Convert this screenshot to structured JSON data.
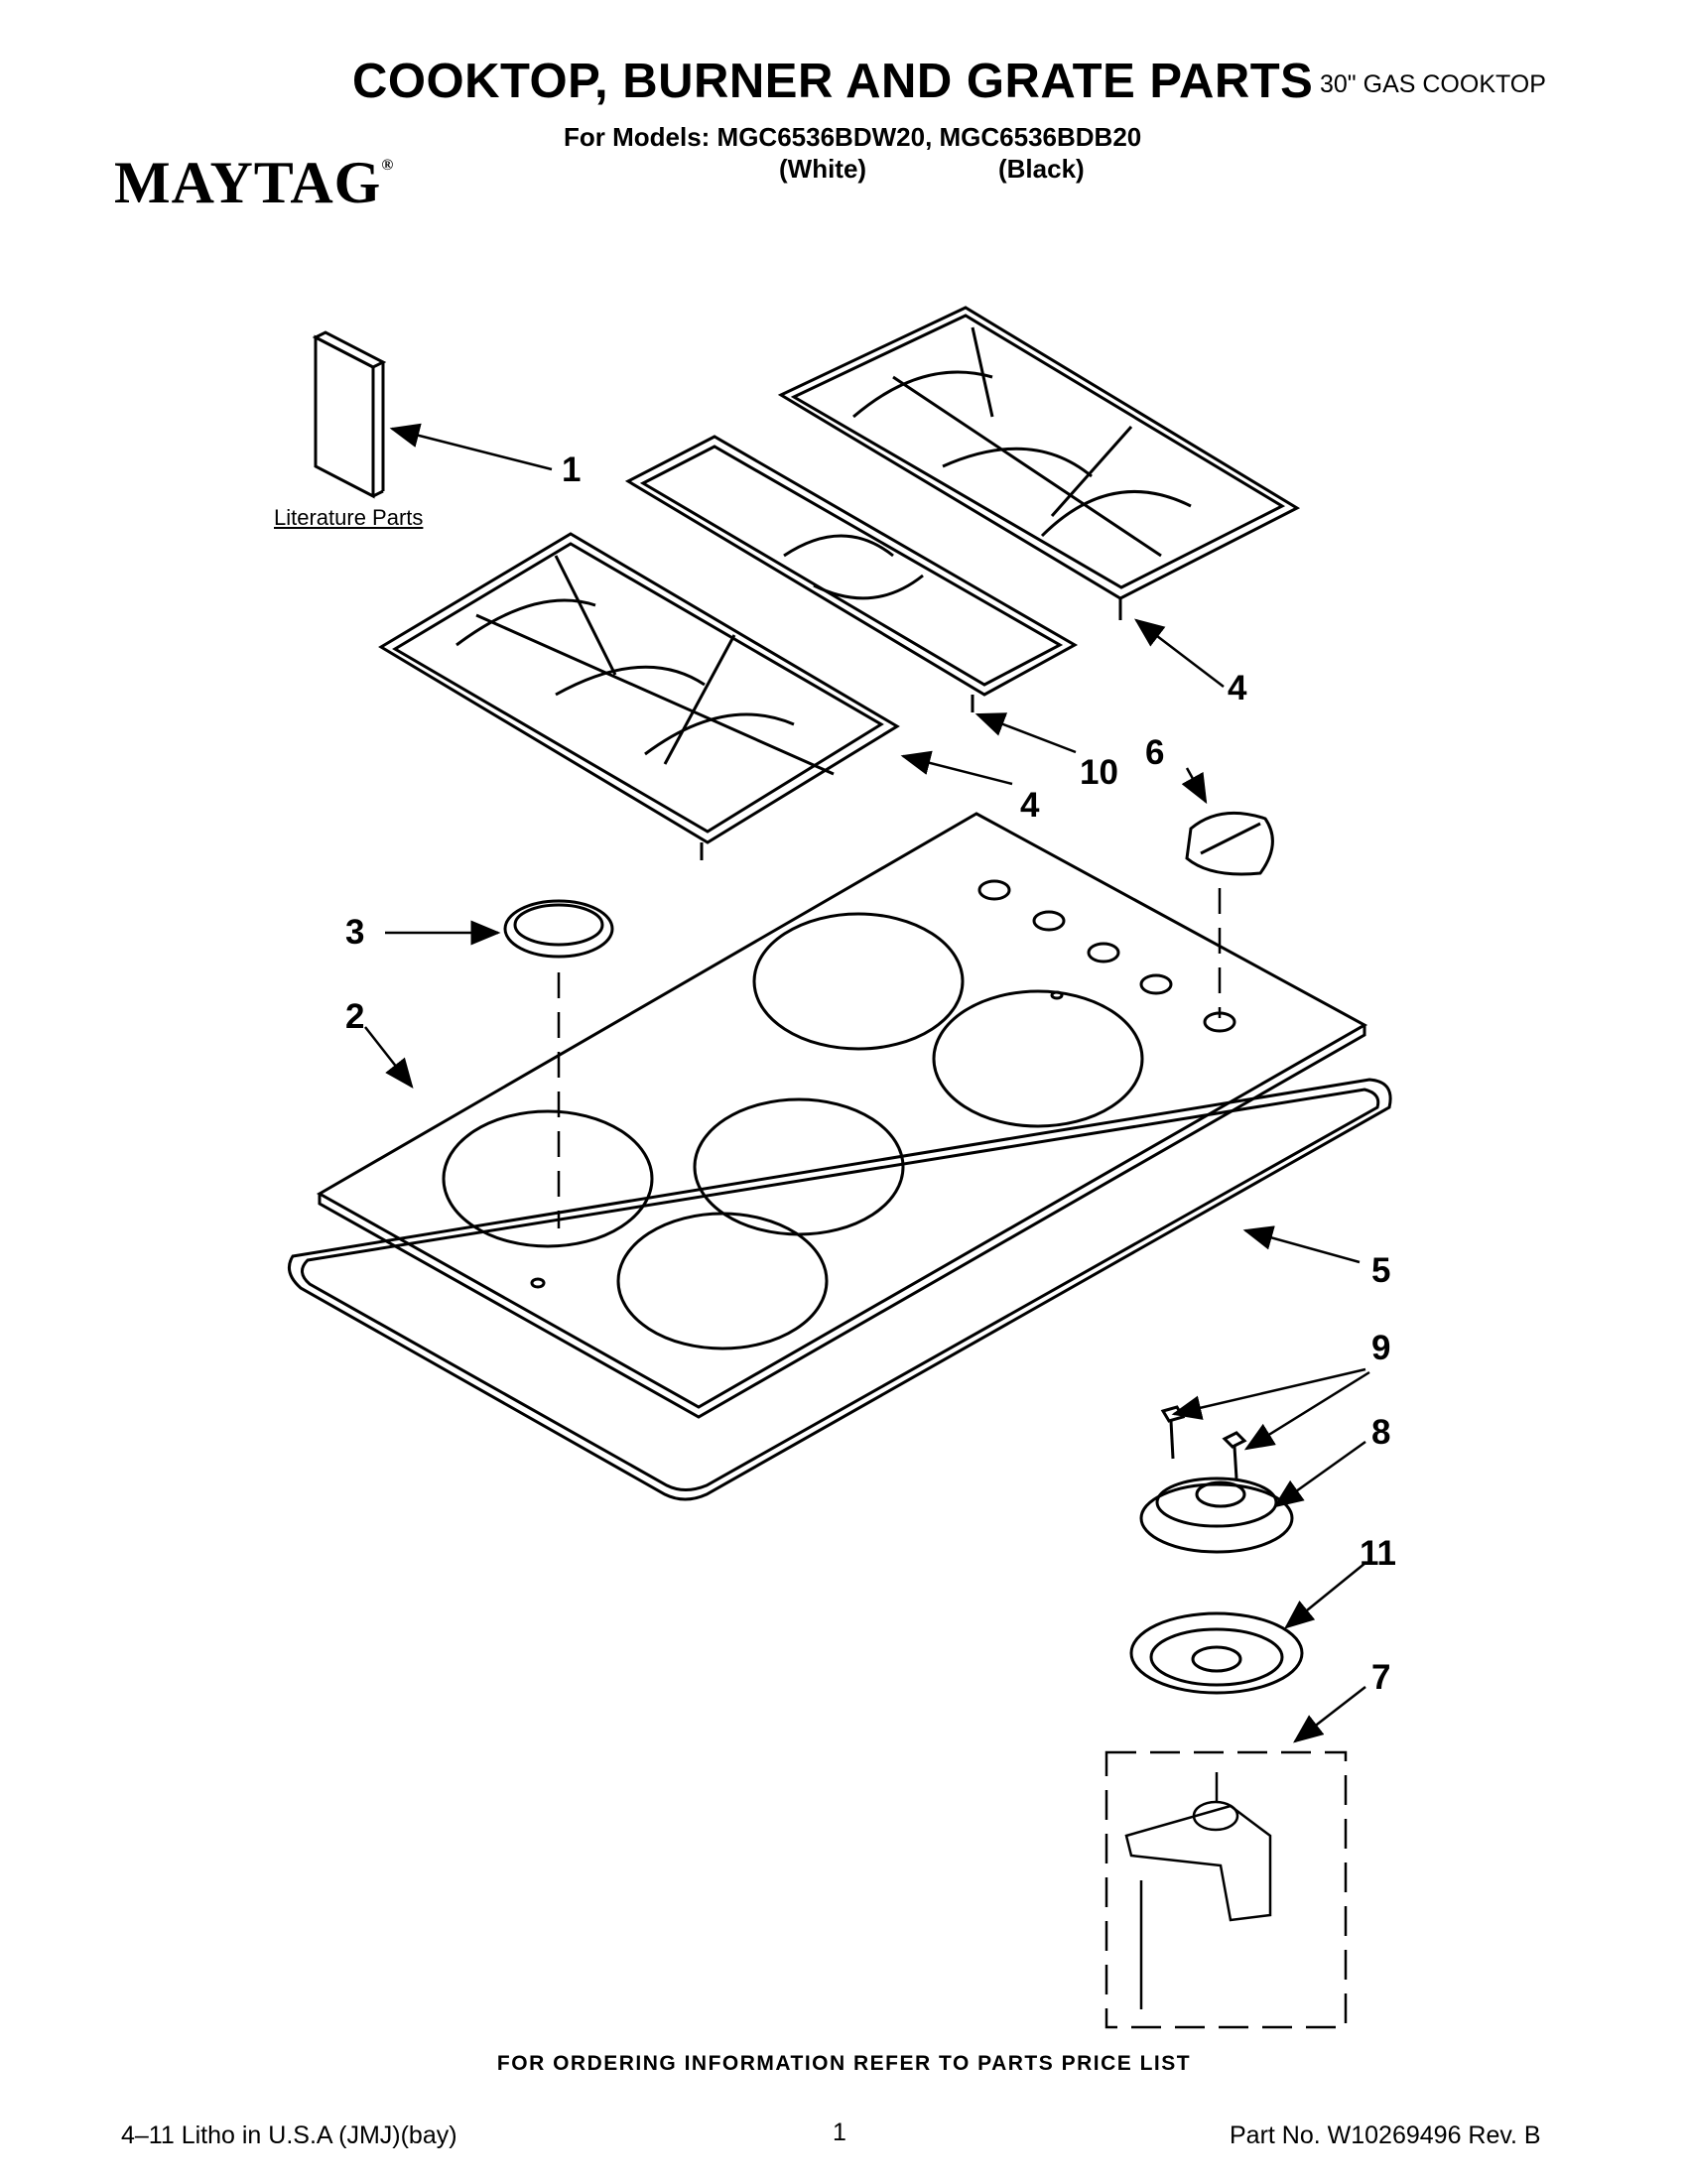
{
  "header": {
    "title": "COOKTOP, BURNER AND GRATE PARTS",
    "subtitle": "30\" GAS COOKTOP",
    "models_line": "For Models: MGC6536BDW20, MGC6536BDB20",
    "color_white": "(White)",
    "color_black": "(Black)",
    "brand": "MAYTAG"
  },
  "diagram": {
    "literature_label": "Literature Parts",
    "callouts": {
      "c1": "1",
      "c2": "2",
      "c3": "3",
      "c4a": "4",
      "c4b": "4",
      "c5": "5",
      "c6": "6",
      "c7": "7",
      "c8": "8",
      "c9": "9",
      "c10": "10",
      "c11": "11"
    }
  },
  "footer": {
    "ordering_note": "FOR ORDERING INFORMATION REFER TO PARTS PRICE LIST",
    "litho": "4–11 Litho in U.S.A (JMJ)(bay)",
    "page": "1",
    "part_no": "Part No. W10269496 Rev. B"
  }
}
